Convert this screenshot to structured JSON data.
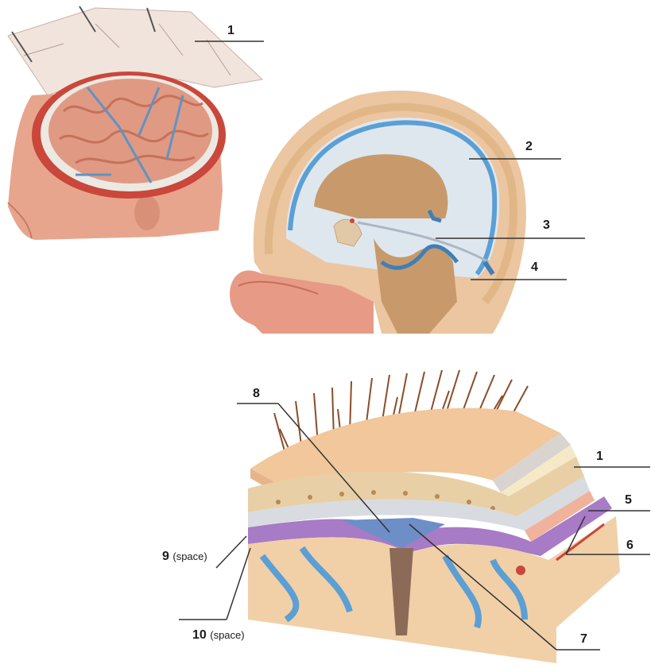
{
  "labels": {
    "l1_top": "1",
    "l2": "2",
    "l3": "3",
    "l4": "4",
    "l8": "8",
    "l1_bottom": "1",
    "l5": "5",
    "l6": "6",
    "l9_num": "9",
    "l9_note": "(space)",
    "l10_num": "10",
    "l10_note": "(space)",
    "l7": "7"
  },
  "colors": {
    "skin": "#e8a58e",
    "brain": "#e9b59a",
    "vessel_blue": "#3f7fb8",
    "dura": "#dfe7ee",
    "bone": "#e8cfa6",
    "arachnoid_purple": "#a77bc6",
    "pia_blue": "#5b9fd4",
    "leader_line": "#333333"
  }
}
